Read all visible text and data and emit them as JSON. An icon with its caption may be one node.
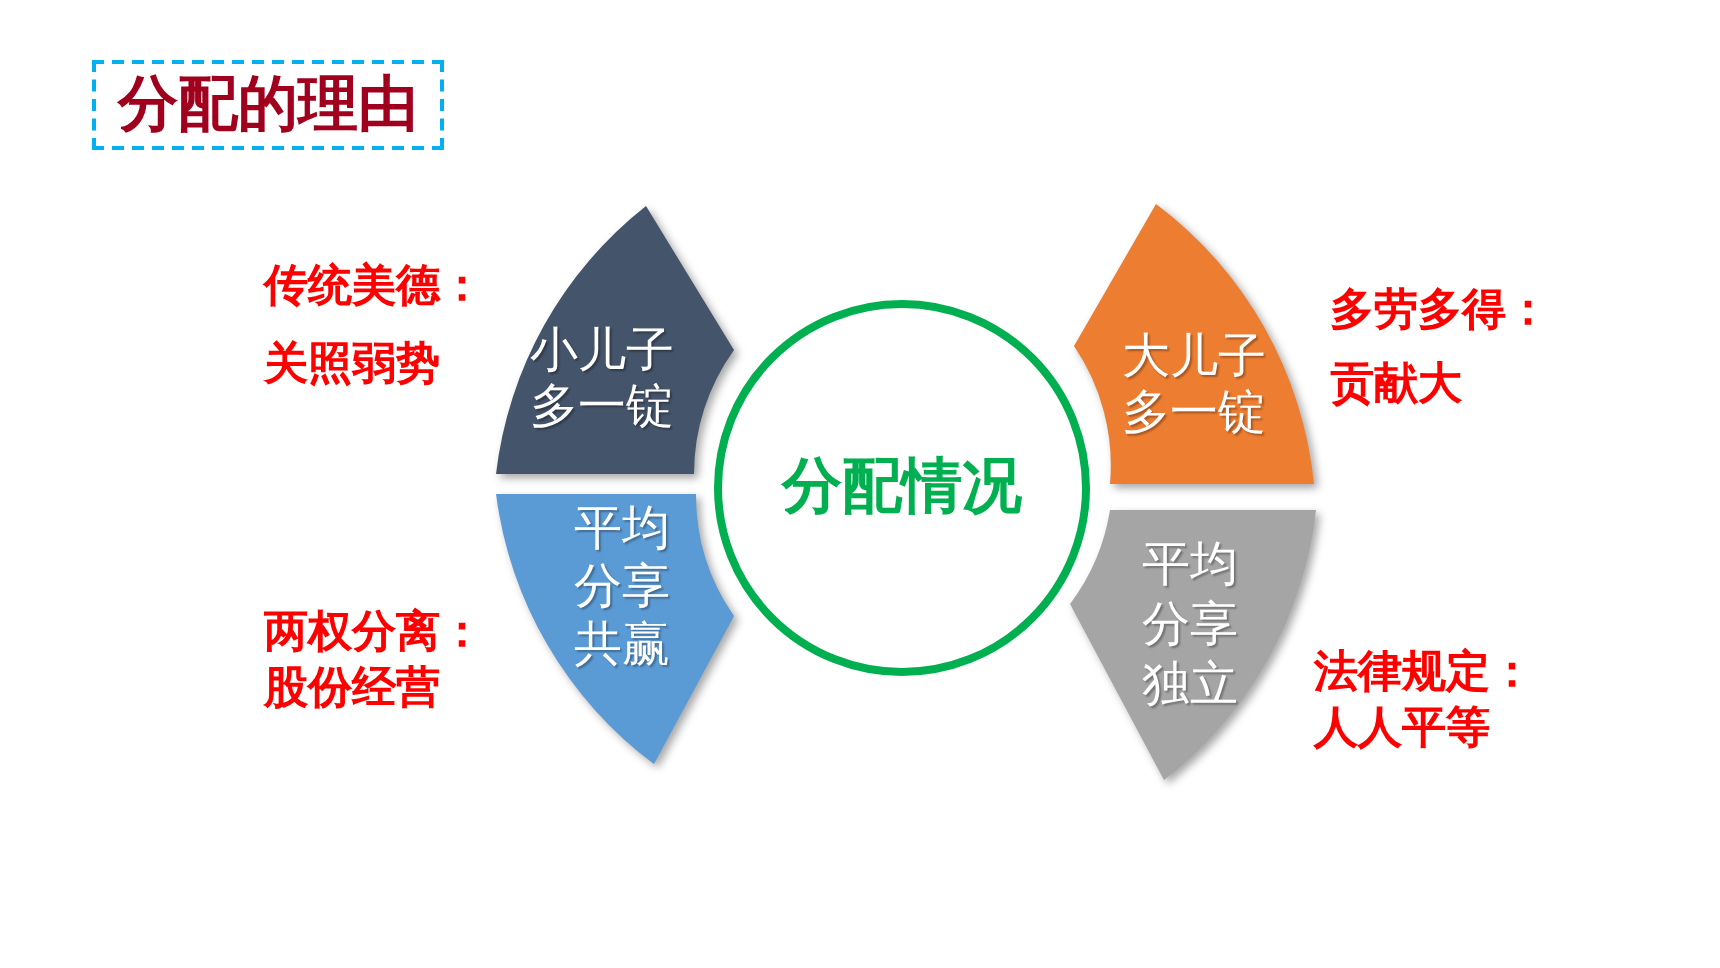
{
  "diagram": {
    "title": "分配的理由",
    "nodes": [
      {
        "text": [
          "小儿子多一锭"
        ],
        "beside": [
          "传统美德：关照弱势"
        ]
      },
      {
        "text": [
          "平均分享共赢"
        ],
        "beside": [
          "两权分离：股份经营"
        ]
      },
      {
        "text": [
          "分配情况"
        ]
      },
      {
        "text": [
          "大儿子多一锭"
        ],
        "beside": [
          "多劳多得：贡献大"
        ]
      },
      {
        "text": [
          "平均分享独立"
        ],
        "beside": [
          "法律规定：人人平等"
        ]
      }
    ]
  }
}
